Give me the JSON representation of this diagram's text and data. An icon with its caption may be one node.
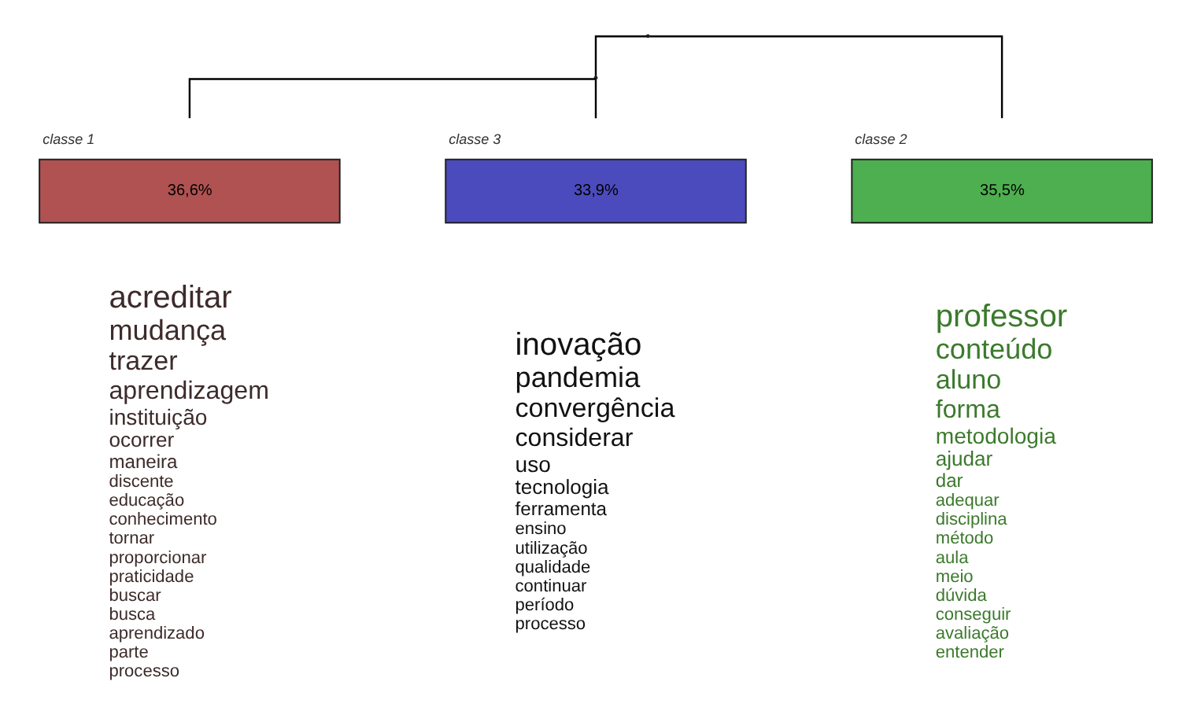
{
  "diagram": {
    "nodes": [
      {
        "text": [],
        "shape": "point"
      },
      {
        "text": [],
        "shape": "point"
      },
      {
        "text": [
          "36,6%"
        ],
        "beside": [
          "classe 1"
        ]
      },
      {
        "text": [
          "33,9%"
        ],
        "beside": [
          "classe 3"
        ]
      },
      {
        "text": [
          "35,5%"
        ],
        "beside": [
          "classe 2"
        ]
      },
      {
        "text": [
          "acreditar",
          "mudança",
          "trazer",
          "aprendizagem",
          "instituição",
          "ocorrer",
          "maneira",
          "discente",
          "educação",
          "conhecimento",
          "tornar",
          "proporcionar",
          "praticidade",
          "buscar",
          "busca",
          "aprendizado",
          "parte",
          "processo"
        ]
      },
      {
        "text": [
          "inovação",
          "pandemia",
          "convergência",
          "considerar",
          "uso",
          "tecnologia",
          "ferramenta",
          "ensino",
          "utilização",
          "qualidade",
          "continuar",
          "período",
          "processo"
        ]
      },
      {
        "text": [
          "professor",
          "conteúdo",
          "aluno",
          "forma",
          "metodologia",
          "ajudar",
          "dar",
          "adequar",
          "disciplina",
          "método",
          "aula",
          "meio",
          "dúvida",
          "conseguir",
          "avaliação",
          "entender"
        ]
      }
    ],
    "edges": [
      {
        "from": 0,
        "to": 1,
        "arrow": "none"
      },
      {
        "from": 0,
        "to": 4,
        "arrow": "none"
      },
      {
        "from": 1,
        "to": 2,
        "arrow": "none"
      },
      {
        "from": 1,
        "to": 3,
        "arrow": "none"
      }
    ]
  }
}
